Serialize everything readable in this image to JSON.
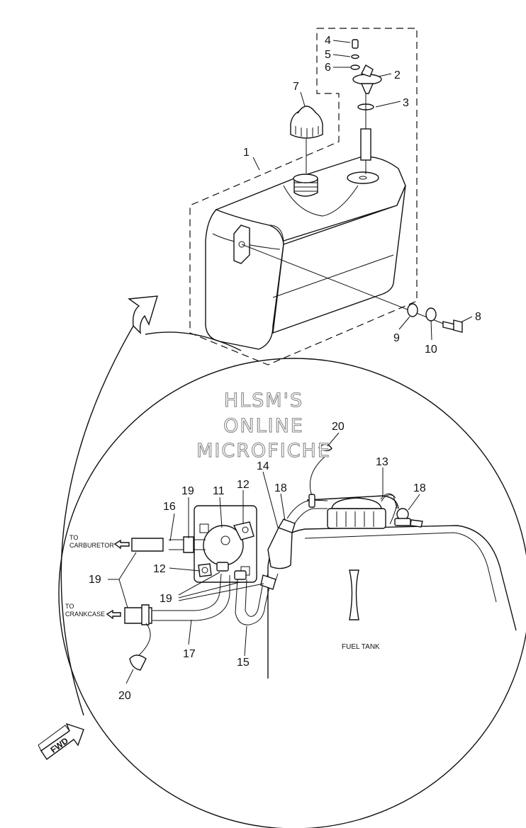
{
  "watermark": {
    "line1": "HLSM'S",
    "line2": "ONLINE",
    "line3": "MICROFICHE"
  },
  "labels": {
    "to_carburetor_1": "TO",
    "to_carburetor_2": "CARBURETOR",
    "to_crankcase_1": "TO",
    "to_crankcase_2": "CRANKCASE",
    "fuel_tank": "FUEL TANK",
    "fwd": "FWD"
  },
  "callouts": {
    "c1": "1",
    "c2": "2",
    "c3": "3",
    "c4": "4",
    "c5": "5",
    "c6": "6",
    "c7": "7",
    "c8": "8",
    "c9": "9",
    "c10": "10",
    "c11": "11",
    "c12a": "12",
    "c12b": "12",
    "c13": "13",
    "c14": "14",
    "c15": "15",
    "c16": "16",
    "c17": "17",
    "c18a": "18",
    "c18b": "18",
    "c19a": "19",
    "c19b": "19",
    "c19c": "19",
    "c20a": "20",
    "c20b": "20"
  },
  "icons": [
    "fwd-arrow-icon",
    "arrow-left-icon"
  ]
}
